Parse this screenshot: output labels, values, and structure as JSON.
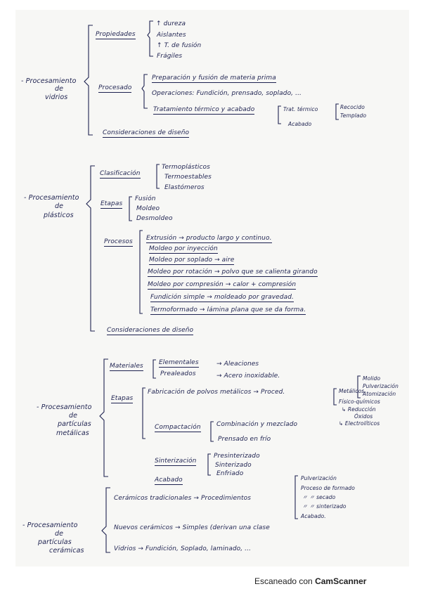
{
  "sections": {
    "vidrios": {
      "title": [
        "- Procesamiento",
        "de",
        "vidrios"
      ],
      "propiedades": {
        "label": "Propiedades",
        "items": [
          "↑ dureza",
          "Aislantes",
          "↑ T. de fusión",
          "Frágiles"
        ]
      },
      "procesado": {
        "label": "Procesado",
        "items": [
          "Preparación y fusión de materia prima",
          "Operaciones: Fundición, prensado, soplado, ...",
          "Tratamiento térmico y acabado"
        ],
        "trat_term": "Trat. térmico",
        "trat_items": [
          "Recocido",
          "Templado"
        ],
        "acabado": "Acabado"
      },
      "consideraciones": "Consideraciones de diseño"
    },
    "plasticos": {
      "title": [
        "- Procesamiento",
        "de",
        "plásticos"
      ],
      "clasificacion": {
        "label": "Clasificación",
        "items": [
          "Termoplásticos",
          "Termoestables",
          "Elastómeros"
        ]
      },
      "etapas": {
        "label": "Etapas",
        "items": [
          "Fusión",
          "Moldeo",
          "Desmoldeo"
        ]
      },
      "procesos": {
        "label": "Procesos",
        "items": [
          "Extrusión → producto largo y continuo.",
          "Moldeo por inyección",
          "Moldeo por soplado → aire",
          "Moldeo por rotación → polvo que se calienta girando",
          "Moldeo por compresión → calor + compresión",
          "Fundición simple → moldeado por gravedad.",
          "Termoformado → lámina plana que se da forma."
        ]
      },
      "consideraciones": "Consideraciones de diseño"
    },
    "metalicas": {
      "title": [
        "- Procesamiento",
        "de",
        "partículas",
        "metálicas"
      ],
      "materiales": {
        "label": "Materiales",
        "elementales": "Elementales",
        "aleaciones": "→ Aleaciones",
        "prealeados": "Prealeados",
        "acero": "→ Acero inoxidable."
      },
      "etapas": {
        "label": "Etapas",
        "fabricacion": "Fabricación de polvos metálicos → Proced.",
        "metodos": "Metálicos",
        "metodos_items": [
          "Molido",
          "Pulverización",
          "Atomización"
        ],
        "fisico": "Físico-químicos",
        "fisico_items": [
          "↳ Reducción",
          "Óxidos",
          "↳ Electrolíticos"
        ],
        "compactacion": {
          "label": "Compactación",
          "items": [
            "Combinación y mezclado",
            "Prensado en frío"
          ]
        },
        "sinterizacion": {
          "label": "Sinterización",
          "items": [
            "Presinterizado",
            "Sinterizado",
            "Enfriado"
          ]
        },
        "acabado": "Acabado"
      }
    },
    "ceramicas": {
      "title": [
        "- Procesamiento",
        "de",
        "partículas",
        "cerámicas"
      ],
      "tradicionales": "Cerámicos tradicionales → Procedimientos",
      "trad_items": [
        "Pulverización",
        "Proceso de formado",
        "〃   〃 secado",
        "〃   〃 sinterizado",
        "Acabado."
      ],
      "nuevos": "Nuevos cerámicos → Simples (derivan una clase",
      "vidrios": "Vidrios → Fundición, Soplado, laminado, ..."
    }
  },
  "footer": {
    "prefix": "Escaneado con",
    "brand": "CamScanner"
  }
}
